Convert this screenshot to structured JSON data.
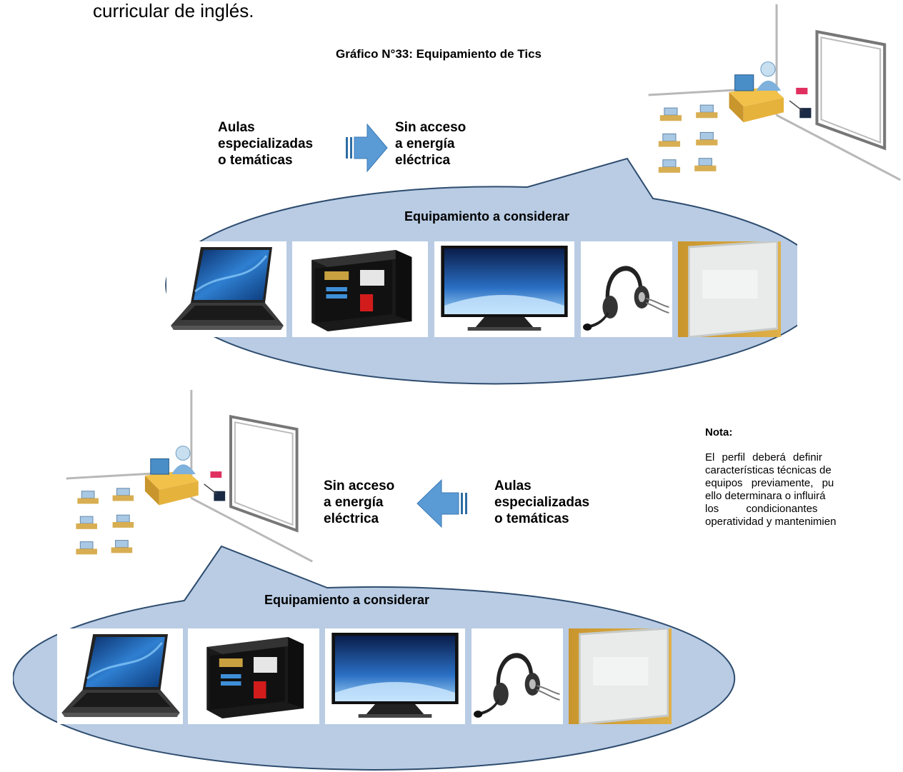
{
  "intro_text": "curricular de inglés.",
  "caption": "Gráfico N°33: Equipamiento de Tics",
  "diagram_top": {
    "source_lines": [
      "Aulas",
      "especializadas",
      "o temáticas"
    ],
    "target_lines": [
      "Sin acceso",
      "a energía",
      "eléctrica"
    ],
    "bubble_title": "Equipamiento a considerar",
    "items": [
      "laptop-image",
      "voltage-stabilizer-image",
      "flat-tv-image",
      "headset-image",
      "whiteboard-image"
    ]
  },
  "diagram_bottom": {
    "target_lines": [
      "Sin acceso",
      "a energía",
      "eléctrica"
    ],
    "source_lines": [
      "Aulas",
      "especializadas",
      "o temáticas"
    ],
    "bubble_title": "Equipamiento a considerar",
    "items": [
      "laptop-image",
      "voltage-stabilizer-image",
      "flat-tv-image",
      "headset-image",
      "whiteboard-image"
    ]
  },
  "note": {
    "title": "Nota:",
    "lines": [
      "El perfil deberá definir",
      "características técnicas de",
      "equipos previamente, pu",
      "ello determinara o influirá",
      "los condicionantes",
      "operatividad y mantenimien"
    ]
  },
  "colors": {
    "bubble_fill": "#b9cce4",
    "bubble_stroke": "#2e4c6e",
    "arrow_fill": "#5b9bd5",
    "arrow_dark": "#2e6da4"
  }
}
